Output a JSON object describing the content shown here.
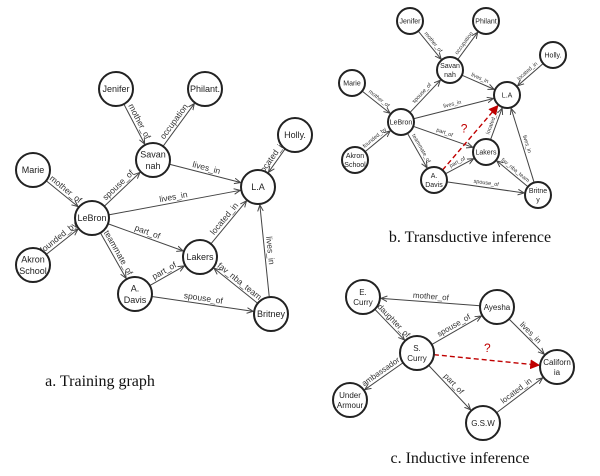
{
  "colors": {
    "inferred_edge": "#c00000",
    "node_stroke": "#222222"
  },
  "graphs": [
    {
      "id": "training",
      "caption": "a. Training graph",
      "nodes": [
        {
          "id": "jenifer",
          "label": [
            "Jenifer"
          ]
        },
        {
          "id": "philant",
          "label": [
            "Philant."
          ]
        },
        {
          "id": "savannah",
          "label": [
            "Savan",
            "nah"
          ]
        },
        {
          "id": "holly",
          "label": [
            "Holly."
          ]
        },
        {
          "id": "marie",
          "label": [
            "Marie"
          ]
        },
        {
          "id": "la",
          "label": [
            "L.A"
          ]
        },
        {
          "id": "lebron",
          "label": [
            "LeBron"
          ]
        },
        {
          "id": "akron",
          "label": [
            "Akron",
            "School"
          ]
        },
        {
          "id": "lakers",
          "label": [
            "Lakers"
          ]
        },
        {
          "id": "davis",
          "label": [
            "A.",
            "Davis"
          ]
        },
        {
          "id": "britney",
          "label": [
            "Britney"
          ]
        }
      ],
      "edges": [
        {
          "from": "jenifer",
          "to": "savannah",
          "label": "mother_of"
        },
        {
          "from": "savannah",
          "to": "philant",
          "label": "occupation"
        },
        {
          "from": "savannah",
          "to": "la",
          "label": "lives_in"
        },
        {
          "from": "holly",
          "to": "la",
          "label": "located_in"
        },
        {
          "from": "marie",
          "to": "lebron",
          "label": "mother_of"
        },
        {
          "from": "lebron",
          "to": "savannah",
          "label": "spouse_of"
        },
        {
          "from": "lebron",
          "to": "la",
          "label": "lives_in"
        },
        {
          "from": "lebron",
          "to": "lakers",
          "label": "part_of"
        },
        {
          "from": "akron",
          "to": "lebron",
          "label": "founded_by"
        },
        {
          "from": "lebron",
          "to": "davis",
          "label": "teammate_of"
        },
        {
          "from": "davis",
          "to": "lakers",
          "label": "part_of"
        },
        {
          "from": "lakers",
          "to": "la",
          "label": "located_in"
        },
        {
          "from": "davis",
          "to": "britney",
          "label": "spouse_of"
        },
        {
          "from": "britney",
          "to": "lakers",
          "label": "fav_nba_team"
        },
        {
          "from": "britney",
          "to": "la",
          "label": "lives_in"
        }
      ]
    },
    {
      "id": "transductive",
      "caption": "b. Transductive inference",
      "nodes": [
        {
          "id": "jenifer",
          "label": [
            "Jenifer"
          ]
        },
        {
          "id": "philant",
          "label": [
            "Philant"
          ]
        },
        {
          "id": "savannah",
          "label": [
            "Savan",
            "nah"
          ]
        },
        {
          "id": "holly",
          "label": [
            "Holly."
          ]
        },
        {
          "id": "marie",
          "label": [
            "Marie"
          ]
        },
        {
          "id": "la",
          "label": [
            "L.A"
          ]
        },
        {
          "id": "lebron",
          "label": [
            "LeBron"
          ]
        },
        {
          "id": "akron",
          "label": [
            "Akron",
            "School"
          ]
        },
        {
          "id": "lakers",
          "label": [
            "Lakers"
          ]
        },
        {
          "id": "davis",
          "label": [
            "A.",
            "Davis"
          ]
        },
        {
          "id": "britney",
          "label": [
            "Britne",
            "y"
          ]
        }
      ],
      "edges": [
        {
          "from": "jenifer",
          "to": "savannah",
          "label": "mother_of"
        },
        {
          "from": "savannah",
          "to": "philant",
          "label": "occupation"
        },
        {
          "from": "savannah",
          "to": "la",
          "label": "lives_in"
        },
        {
          "from": "holly",
          "to": "la",
          "label": "located_in"
        },
        {
          "from": "marie",
          "to": "lebron",
          "label": "mother_of"
        },
        {
          "from": "lebron",
          "to": "savannah",
          "label": "spouse_of"
        },
        {
          "from": "lebron",
          "to": "la",
          "label": "lives_in"
        },
        {
          "from": "lebron",
          "to": "lakers",
          "label": "part_of"
        },
        {
          "from": "akron",
          "to": "lebron",
          "label": "founded_by"
        },
        {
          "from": "lebron",
          "to": "davis",
          "label": "teammate_of"
        },
        {
          "from": "davis",
          "to": "lakers",
          "label": "part_of"
        },
        {
          "from": "lakers",
          "to": "la",
          "label": "located_in"
        },
        {
          "from": "davis",
          "to": "britney",
          "label": "spouse_of"
        },
        {
          "from": "britney",
          "to": "lakers",
          "label": "fav_nba_team"
        },
        {
          "from": "britney",
          "to": "la",
          "label": "lives_in"
        },
        {
          "from": "davis",
          "to": "la",
          "label": "?",
          "inferred": true
        }
      ]
    },
    {
      "id": "inductive",
      "caption": "c. Inductive inference",
      "nodes": [
        {
          "id": "ecurry",
          "label": [
            "E.",
            "Curry"
          ]
        },
        {
          "id": "ayesha",
          "label": [
            "Ayesha"
          ]
        },
        {
          "id": "scurry",
          "label": [
            "S.",
            "Curry"
          ]
        },
        {
          "id": "california",
          "label": [
            "Californ",
            "ia"
          ]
        },
        {
          "id": "underarmour",
          "label": [
            "Under",
            "Armour"
          ]
        },
        {
          "id": "gsw",
          "label": [
            "G.S.W"
          ]
        }
      ],
      "edges": [
        {
          "from": "ayesha",
          "to": "ecurry",
          "label": "mother_of"
        },
        {
          "from": "ecurry",
          "to": "scurry",
          "label": "daughter_of"
        },
        {
          "from": "scurry",
          "to": "ayesha",
          "label": "spouse_of"
        },
        {
          "from": "ayesha",
          "to": "california",
          "label": "lives_in"
        },
        {
          "from": "scurry",
          "to": "underarmour",
          "label": "ambassador"
        },
        {
          "from": "scurry",
          "to": "gsw",
          "label": "part_of"
        },
        {
          "from": "gsw",
          "to": "california",
          "label": "located_in"
        },
        {
          "from": "scurry",
          "to": "california",
          "label": "?",
          "inferred": true
        }
      ]
    }
  ]
}
